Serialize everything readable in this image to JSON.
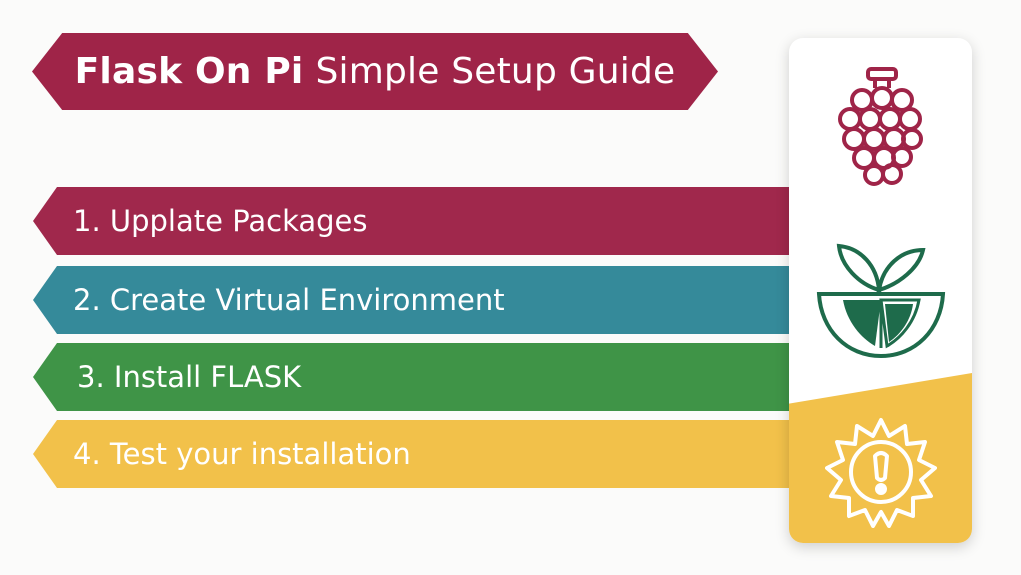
{
  "title": {
    "bold": "Flask On Pi",
    "rest": "Simple Setup Guide"
  },
  "steps": [
    {
      "label": "1.  Upplate Packages"
    },
    {
      "label": "2. Create Virtual Environment"
    },
    {
      "label": "3.  Install FLASK"
    },
    {
      "label": "4. Test your installation"
    }
  ],
  "icons": [
    "raspberry-icon",
    "citrus-icon",
    "sun-warning-icon"
  ],
  "colors": {
    "crimson": "#9f2448",
    "teal": "#358a9a",
    "green": "#3f9447",
    "yellow": "#f2c14a",
    "citrus_green": "#1e6b4b"
  }
}
